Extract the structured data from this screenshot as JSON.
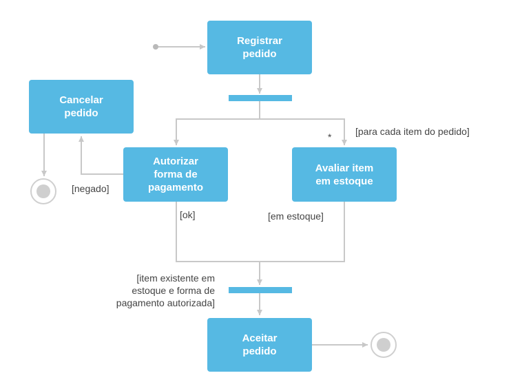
{
  "nodes": {
    "registrar": "Registrar\npedido",
    "cancelar": "Cancelar\npedido",
    "autorizar": "Autorizar\nforma de\npagamento",
    "avaliar": "Avaliar item\nem estoque",
    "aceitar": "Aceitar\npedido"
  },
  "labels": {
    "multiplicity": "*",
    "para_cada": "[para cada item do pedido]",
    "negado": "[negado]",
    "ok": "[ok]",
    "em_estoque": "[em estoque]",
    "item_existente": "[item existente em\nestoque e forma de\npagamento autorizada]"
  },
  "colors": {
    "node_fill": "#56b9e3",
    "edge": "#c8c8c8",
    "text": "#444444"
  }
}
